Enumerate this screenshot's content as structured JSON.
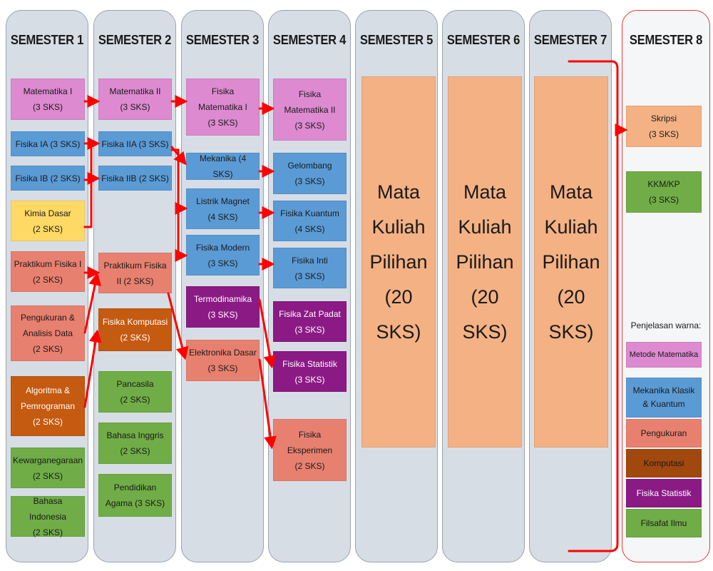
{
  "semesters": [
    {
      "title": "SEMESTER 1"
    },
    {
      "title": "SEMESTER 2"
    },
    {
      "title": "SEMESTER 3"
    },
    {
      "title": "SEMESTER 4"
    },
    {
      "title": "SEMESTER 5"
    },
    {
      "title": "SEMESTER 6"
    },
    {
      "title": "SEMESTER 7"
    },
    {
      "title": "SEMESTER 8"
    }
  ],
  "courses": {
    "s1": {
      "matematika_1": [
        "Matematika I",
        "(3 SKS)"
      ],
      "fisika_1a": [
        "Fisika IA (3 SKS)"
      ],
      "fisika_1b": [
        "Fisika IB (2 SKS)"
      ],
      "kimia_dasar": [
        "Kimia Dasar",
        "(2 SKS)"
      ],
      "praktikum_fisika_1": [
        "Praktikum Fisika I",
        "(2 SKS)"
      ],
      "pengukuran": [
        "Pengukuran &",
        "Analisis Data",
        "(2 SKS)"
      ],
      "algoritma": [
        "Algoritma &",
        "Pemrograman",
        "(2 SKS)"
      ],
      "kewarganegaraan": [
        "Kewarganegaraan",
        "(2 SKS)"
      ],
      "bahasa_indonesia": [
        "Bahasa Indonesia",
        "(2 SKS)"
      ]
    },
    "s2": {
      "matematika_2": [
        "Matematika II",
        "(3 SKS)"
      ],
      "fisika_2a": [
        "Fisika IIA (3 SKS)"
      ],
      "fisika_2b": [
        "Fisika IIB (2 SKS)"
      ],
      "praktikum_fisika_2": [
        "Praktikum Fisika",
        "II (2 SKS)"
      ],
      "fisika_komputasi": [
        "Fisika Komputasi",
        "(2 SKS)"
      ],
      "pancasila": [
        "Pancasila",
        "(2 SKS)"
      ],
      "bahasa_inggris": [
        "Bahasa Inggris",
        "(2 SKS)"
      ],
      "pendidikan_agama": [
        "Pendidikan",
        "Agama (3 SKS)"
      ]
    },
    "s3": {
      "fisika_matematika_1": [
        "Fisika",
        "Matematika I",
        "(3 SKS)"
      ],
      "mekanika": [
        "Mekanika (4 SKS)"
      ],
      "listrik_magnet": [
        "Listrik Magnet",
        "(4 SKS)"
      ],
      "fisika_modern": [
        "Fisika Modern",
        "(3 SKS)"
      ],
      "termodinamika": [
        "Termodinamika",
        "(3 SKS)"
      ],
      "elektronika_dasar": [
        "Elektronika Dasar",
        "(3 SKS)"
      ]
    },
    "s4": {
      "fisika_matematika_2": [
        "Fisika",
        "Matematika II",
        "(3 SKS)"
      ],
      "gelombang": [
        "Gelombang",
        "(3 SKS)"
      ],
      "fisika_kuantum": [
        "Fisika Kuantum",
        "(4 SKS)"
      ],
      "fisika_inti": [
        "Fisika Inti",
        "(3 SKS)"
      ],
      "fisika_zat_padat": [
        "Fisika Zat Padat",
        "(3 SKS)"
      ],
      "fisika_statistik": [
        "Fisika Statistik",
        "(3 SKS)"
      ],
      "fisika_eksperimen": [
        "Fisika",
        "Eksperimen",
        "(2 SKS)"
      ]
    },
    "elective": [
      "Mata",
      "Kuliah",
      "Pilihan",
      "(20 SKS)"
    ],
    "s8": {
      "skripsi": [
        "Skripsi",
        "(3 SKS)"
      ],
      "kkm": [
        "KKM/KP",
        "(3 SKS)"
      ]
    }
  },
  "legend": {
    "title": "Penjelasan warna:",
    "items": [
      "Metode Matematika",
      "Mekanika Klasik & Kuantum",
      "Pengukuran",
      "Komputasi",
      "Fisika Statistik",
      "Filsafat Ilmu"
    ]
  },
  "colors": {
    "metode_matematika": "#dd8ad0",
    "mekanika_klasik_kuantum": "#5b9bd5",
    "pengukuran": "#e88070",
    "komputasi": "#c55a11",
    "fisika_statistik": "#8b1a85",
    "filsafat_ilmu": "#70ad47",
    "kimia": "#ffd966",
    "pilihan": "#f4b183",
    "arrow": "#ff0000"
  }
}
